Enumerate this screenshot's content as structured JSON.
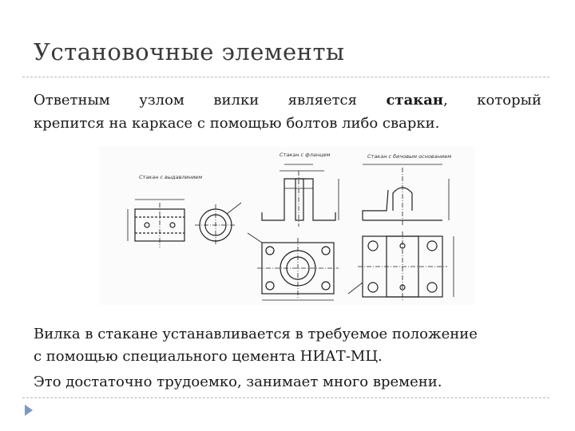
{
  "slide": {
    "title": "Установочные элементы",
    "para1": {
      "line1_before": "Ответным узлом вилки является ",
      "line1_bold": "стакан",
      "line1_after": ", который",
      "line2": "крепится на каркасе с помощью болтов либо сварки."
    },
    "figure": {
      "label_left": "Стакан с выдавлинием",
      "label_middle": "Стакан с фланцем",
      "label_right": "Стакан с бичовым основанием"
    },
    "para2": {
      "line1": "Вилка в стакане устанавливается в требуемое положение",
      "line2": "с помощью специального цемента НИАТ-МЦ.",
      "line3": "Это достаточно трудоемко, занимает много времени."
    }
  },
  "colors": {
    "accent_bullet": "#7f97c0",
    "divider": "#b8b8b8"
  }
}
